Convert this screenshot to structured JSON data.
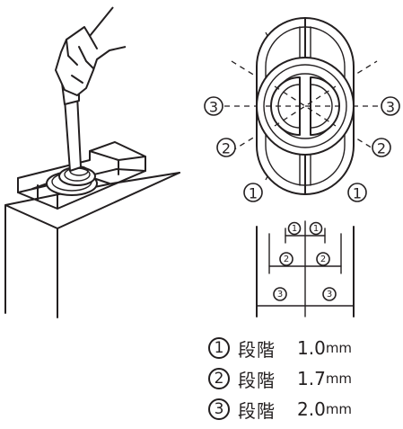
{
  "diagram": {
    "markers": {
      "m1": "1",
      "m2": "2",
      "m3": "3"
    }
  },
  "legend": [
    {
      "marker": "1",
      "step": "段階",
      "value": "1.0",
      "unit": "mm"
    },
    {
      "marker": "2",
      "step": "段階",
      "value": "1.7",
      "unit": "mm"
    },
    {
      "marker": "3",
      "step": "段階",
      "value": "2.0",
      "unit": "mm"
    }
  ]
}
